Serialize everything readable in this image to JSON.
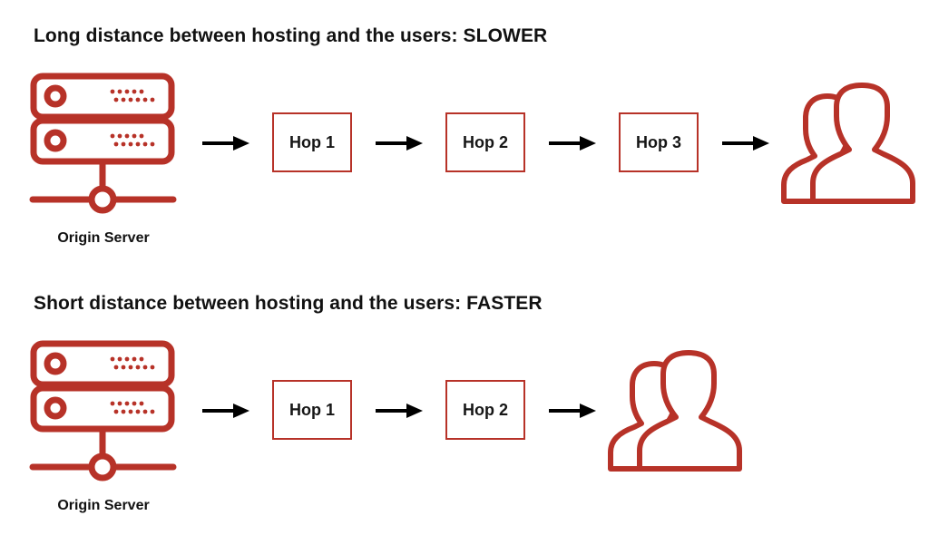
{
  "slower": {
    "heading": "Long distance between hosting and the users: SLOWER",
    "server_label": "Origin Server",
    "hops": [
      "Hop 1",
      "Hop 2",
      "Hop 3"
    ]
  },
  "faster": {
    "heading": "Short distance between hosting and the users: FASTER",
    "server_label": "Origin Server",
    "hops": [
      "Hop 1",
      "Hop 2"
    ]
  },
  "colors": {
    "accent": "#b73228",
    "text": "#111111",
    "arrow": "#000000"
  },
  "icons": [
    "server-icon",
    "arrow-right-icon",
    "users-icon"
  ]
}
